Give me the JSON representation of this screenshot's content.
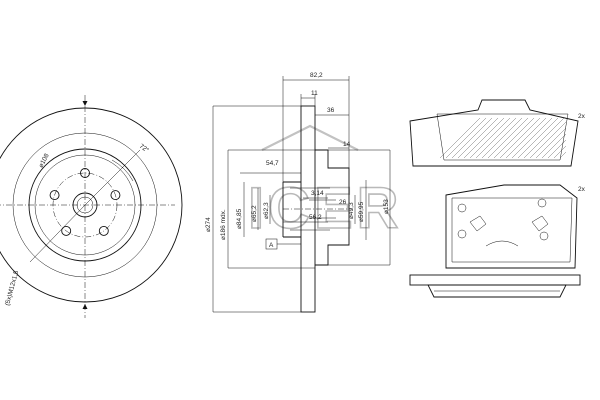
{
  "watermark": {
    "text": "ICER",
    "color": "#bdbdbd"
  },
  "disc_front": {
    "labels": {
      "pcd": "⌀108",
      "angle": "72°",
      "thread": "(5x)M12x1,5"
    }
  },
  "disc_section": {
    "labels": {
      "d_outer": "⌀274",
      "d_friction": "⌀186 mdx.",
      "d_84": "⌀84,85",
      "d_65": "⌀65,2",
      "d_62": "⌀62,3",
      "d_49": "⌀49,3",
      "d_59": "⌀59,95",
      "d_153": "⌀153",
      "w_82": "82,2",
      "w_11": "11",
      "w_36": "36",
      "w_14": "14",
      "w_54": "54,7",
      "w_3": "3,14",
      "w_26": "26",
      "w_56": "56,2",
      "datum": "A"
    }
  },
  "pads": {
    "qty_top": "2x",
    "qty_bottom": "2x"
  }
}
